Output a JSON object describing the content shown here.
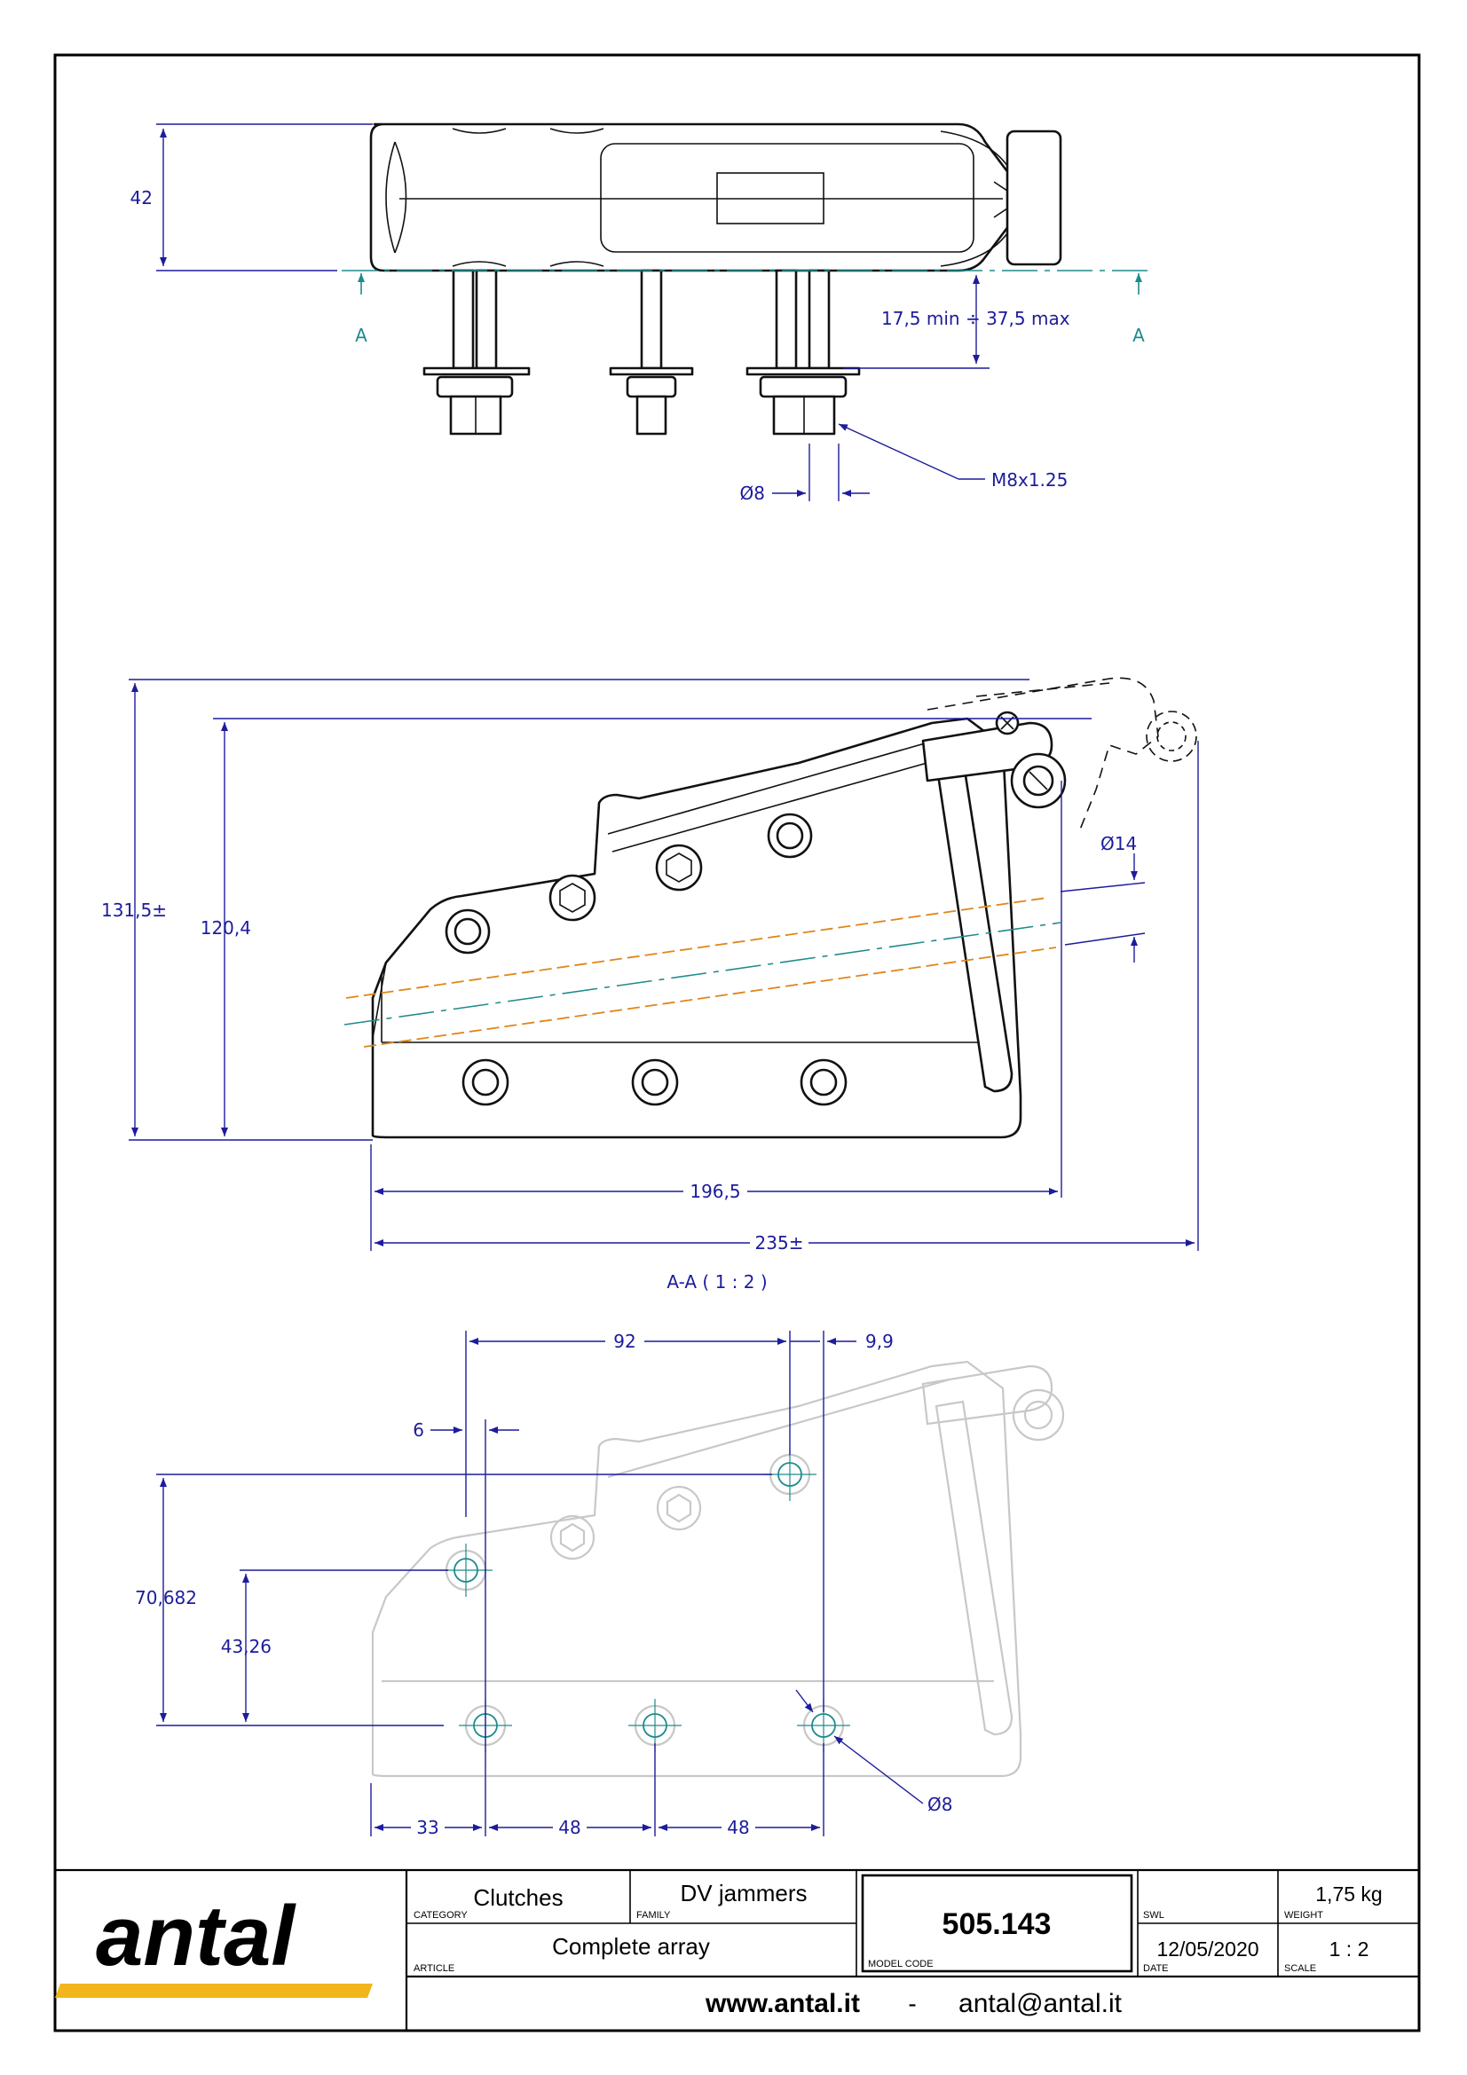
{
  "top_view": {
    "height_label": "42",
    "section_marker_left": "A",
    "section_marker_right": "A",
    "thickness_range": "17,5 min ÷ 37,5 max",
    "bolt_diameter": "Ø8",
    "thread_spec": "M8x1.25"
  },
  "section_view": {
    "overall_height": "131,5±",
    "body_height": "120,4",
    "rope_diameter": "Ø14",
    "body_length": "196,5",
    "overall_length": "235±",
    "caption": "A-A ( 1 : 2 )"
  },
  "hole_view": {
    "dim_top_spacing": "92",
    "dim_top_offset": "9,9",
    "dim_small_offset": "6",
    "dim_height_rear": "70,682",
    "dim_height_front": "43,26",
    "dim_base_offset": "33",
    "dim_pitch_1": "48",
    "dim_pitch_2": "48",
    "hole_diameter": "Ø8"
  },
  "title_block": {
    "brand": "antal",
    "brand_bar_color": "#f2b51c",
    "category_value": "Clutches",
    "category_label": "CATEGORY",
    "family_value": "DV jammers",
    "family_label": "FAMILY",
    "article_value": "Complete array",
    "article_label": "ARTICLE",
    "model_code_value": "505.143",
    "model_code_label": "MODEL CODE",
    "swl_label": "SWL",
    "weight_value": "1,75 kg",
    "weight_label": "WEIGHT",
    "date_value": "12/05/2020",
    "date_label": "DATE",
    "scale_value": "1 : 2",
    "scale_label": "SCALE",
    "website": "www.antal.it",
    "separator": "-",
    "email": "antal@antal.it"
  }
}
